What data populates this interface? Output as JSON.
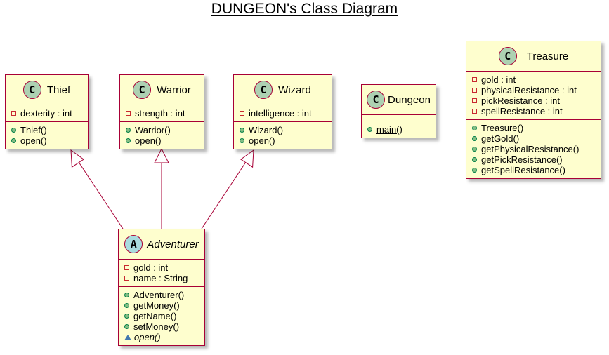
{
  "diagram": {
    "title": "DUNGEON's Class Diagram"
  },
  "colors": {
    "class_fill": "#fefece",
    "border": "#a80036",
    "class_badge": "#add1b2",
    "abstract_badge": "#a9dcdf",
    "private": "#c82930",
    "public": "#84be84",
    "package": "#4177af"
  },
  "classes": {
    "thief": {
      "badge": "C",
      "name": "Thief",
      "fields": [
        {
          "text": "dexterity : int"
        }
      ],
      "methods": [
        {
          "text": "Thief()"
        },
        {
          "text": "open()"
        }
      ]
    },
    "warrior": {
      "badge": "C",
      "name": "Warrior",
      "fields": [
        {
          "text": "strength : int"
        }
      ],
      "methods": [
        {
          "text": "Warrior()"
        },
        {
          "text": "open()"
        }
      ]
    },
    "wizard": {
      "badge": "C",
      "name": "Wizard",
      "fields": [
        {
          "text": "intelligence : int"
        }
      ],
      "methods": [
        {
          "text": "Wizard()"
        },
        {
          "text": "open()"
        }
      ]
    },
    "dungeon": {
      "badge": "C",
      "name": "Dungeon",
      "fields": [],
      "methods": [
        {
          "text": "main()"
        }
      ]
    },
    "treasure": {
      "badge": "C",
      "name": "Treasure",
      "fields": [
        {
          "text": "gold : int"
        },
        {
          "text": "physicalResistance : int"
        },
        {
          "text": "pickResistance : int"
        },
        {
          "text": "spellResistance : int"
        }
      ],
      "methods": [
        {
          "text": "Treasure()"
        },
        {
          "text": "getGold()"
        },
        {
          "text": "getPhysicalResistance()"
        },
        {
          "text": "getPickResistance()"
        },
        {
          "text": "getSpellResistance()"
        }
      ]
    },
    "adventurer": {
      "badge": "A",
      "name": "Adventurer",
      "fields": [
        {
          "text": "gold : int"
        },
        {
          "text": "name : String"
        }
      ],
      "methods": [
        {
          "text": "Adventurer()"
        },
        {
          "text": "getMoney()"
        },
        {
          "text": "getName()"
        },
        {
          "text": "setMoney()"
        },
        {
          "text": "open()"
        }
      ]
    }
  }
}
